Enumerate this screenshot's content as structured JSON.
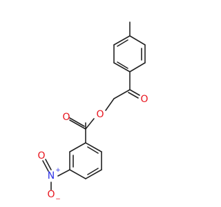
{
  "molecule": {
    "colors": {
      "bond": "#222222",
      "oxygen": "#e8131c",
      "nitrogen": "#2a2fe6"
    },
    "atom_labels": {
      "carbonyl_o_ketone": "O",
      "ester_o": "O",
      "carbonyl_o_ester": "O",
      "nitro_n": "N",
      "nitro_n_charge": "+",
      "nitro_o_top": "O",
      "nitro_o_bottom": "O",
      "nitro_o_bottom_charge": "−"
    }
  }
}
